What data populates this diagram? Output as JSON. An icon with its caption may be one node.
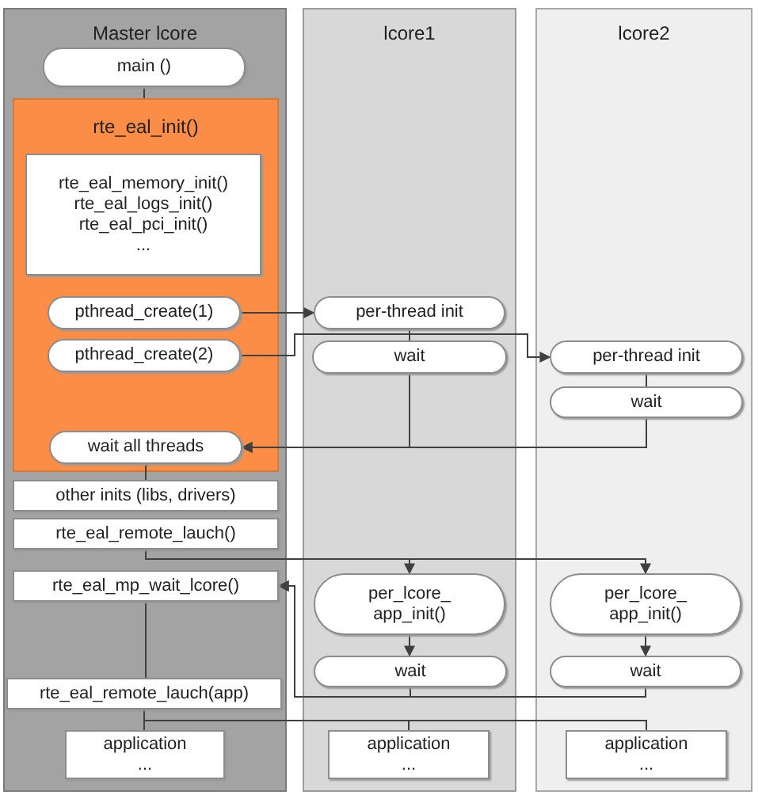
{
  "diagram": {
    "nodes": [
      {
        "text": [
          "Master lcore"
        ]
      },
      {
        "text": [
          "lcore1"
        ]
      },
      {
        "text": [
          "lcore2"
        ]
      },
      {
        "text": [
          "main ()"
        ],
        "in": 0
      },
      {
        "text": [
          "rte_eal_init()"
        ],
        "in": 0
      },
      {
        "text": [
          "rte_eal_memory_init()",
          "rte_eal_logs_init()",
          "rte_eal_pci_init()",
          "..."
        ],
        "in": 4
      },
      {
        "text": [
          "pthread_create(1)"
        ],
        "in": 4
      },
      {
        "text": [
          "pthread_create(2)"
        ],
        "in": 4
      },
      {
        "text": [
          "wait all threads"
        ],
        "in": 4
      },
      {
        "text": [
          "other inits (libs, drivers)"
        ],
        "in": 0
      },
      {
        "text": [
          "rte_eal_remote_lauch()"
        ],
        "in": 0
      },
      {
        "text": [
          "rte_eal_mp_wait_lcore()"
        ],
        "in": 0
      },
      {
        "text": [
          "rte_eal_remote_lauch(app)"
        ],
        "in": 0
      },
      {
        "text": [
          "application",
          "..."
        ],
        "in": 0
      },
      {
        "text": [
          "per-thread init"
        ],
        "in": 1
      },
      {
        "text": [
          "wait"
        ],
        "in": 1
      },
      {
        "text": [
          "per_lcore_ app_init()"
        ],
        "in": 1
      },
      {
        "text": [
          "wait"
        ],
        "in": 1
      },
      {
        "text": [
          "application",
          "..."
        ],
        "in": 1
      },
      {
        "text": [
          "per-thread init"
        ],
        "in": 2
      },
      {
        "text": [
          "wait"
        ],
        "in": 2
      },
      {
        "text": [
          "per_lcore_ app_init()"
        ],
        "in": 2
      },
      {
        "text": [
          "wait"
        ],
        "in": 2
      },
      {
        "text": [
          "application",
          "..."
        ],
        "in": 2
      }
    ],
    "edges": [
      {
        "from": 3,
        "to": 4,
        "arrow": "none"
      },
      {
        "from": 6,
        "to": 14,
        "arrow": "to"
      },
      {
        "from": 7,
        "to": 19,
        "arrow": "to"
      },
      {
        "from": 14,
        "to": 15,
        "arrow": "none"
      },
      {
        "from": 19,
        "to": 20,
        "arrow": "none"
      },
      {
        "from": 15,
        "to": 8,
        "arrow": "to"
      },
      {
        "from": 20,
        "to": 8,
        "arrow": "to"
      },
      {
        "from": 8,
        "to": 9,
        "arrow": "none"
      },
      {
        "from": 10,
        "to": 16,
        "arrow": "to"
      },
      {
        "from": 10,
        "to": 21,
        "arrow": "to"
      },
      {
        "from": 16,
        "to": 17,
        "arrow": "to"
      },
      {
        "from": 21,
        "to": 22,
        "arrow": "to"
      },
      {
        "from": 17,
        "to": 11,
        "arrow": "to"
      },
      {
        "from": 22,
        "to": 11,
        "arrow": "to"
      },
      {
        "from": 11,
        "to": 12,
        "arrow": "none"
      },
      {
        "from": 12,
        "to": 13,
        "arrow": "none"
      },
      {
        "from": 12,
        "to": 18,
        "arrow": "none"
      },
      {
        "from": 12,
        "to": 23,
        "arrow": "none"
      }
    ]
  }
}
